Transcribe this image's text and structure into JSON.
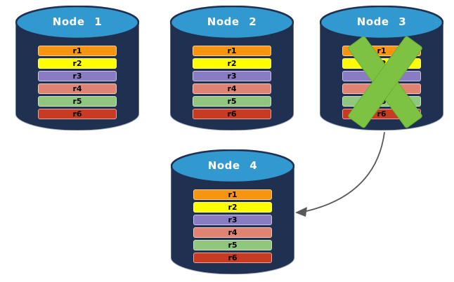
{
  "diagram": {
    "nodes": [
      {
        "label": "Node 1",
        "failed": false
      },
      {
        "label": "Node 2",
        "failed": false
      },
      {
        "label": "Node 3",
        "failed": true
      },
      {
        "label": "Node 4",
        "failed": false
      }
    ],
    "rows": [
      {
        "label": "r1",
        "color": "#F79410"
      },
      {
        "label": "r2",
        "color": "#FEFE00"
      },
      {
        "label": "r3",
        "color": "#8A7CC2"
      },
      {
        "label": "r4",
        "color": "#DF8472"
      },
      {
        "label": "r5",
        "color": "#90C67D"
      },
      {
        "label": "r6",
        "color": "#C93A22"
      }
    ],
    "colors": {
      "cylinder_body": "#1F3050",
      "cylinder_top": "#3299D0",
      "title_text": "#FFFFFF",
      "row_text": "#000000",
      "failure_x": "#7DC242",
      "arrow": "#58595B"
    }
  }
}
